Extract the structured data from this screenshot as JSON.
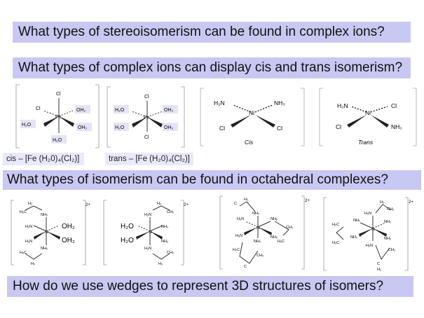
{
  "questions": {
    "q1": "What types of stereoisomerism can be found in complex ions?",
    "q2": "What types of complex ions can display cis and trans isomerism?",
    "q3": "What types of isomerism can be found in octahedral complexes?",
    "q4": "How do we use wedges to represent 3D structures of isomers?"
  },
  "captions": {
    "cis_fe": "cis – [Fe (H₂0)₄(Cl₂)]",
    "trans_fe": "trans – [Fe (H₂0)₄(Cl₂)]"
  },
  "labels": {
    "cl": "Cl",
    "fe": "Fe",
    "ni": "Ni",
    "oh2": "OH₂",
    "h2o": "H₂O",
    "h3n": "H₃N",
    "nh3": "NH₃",
    "cis": "Cis",
    "trans": "Trans",
    "charge": "2+",
    "h2n": "H₂N",
    "nh2": "NH₂",
    "h2c": "H₂C",
    "ch2": "CH₂",
    "h2": "H₂",
    "c": "C"
  },
  "colors": {
    "band": "#c9c8f3",
    "caption_bg": "#e9e9fb"
  }
}
